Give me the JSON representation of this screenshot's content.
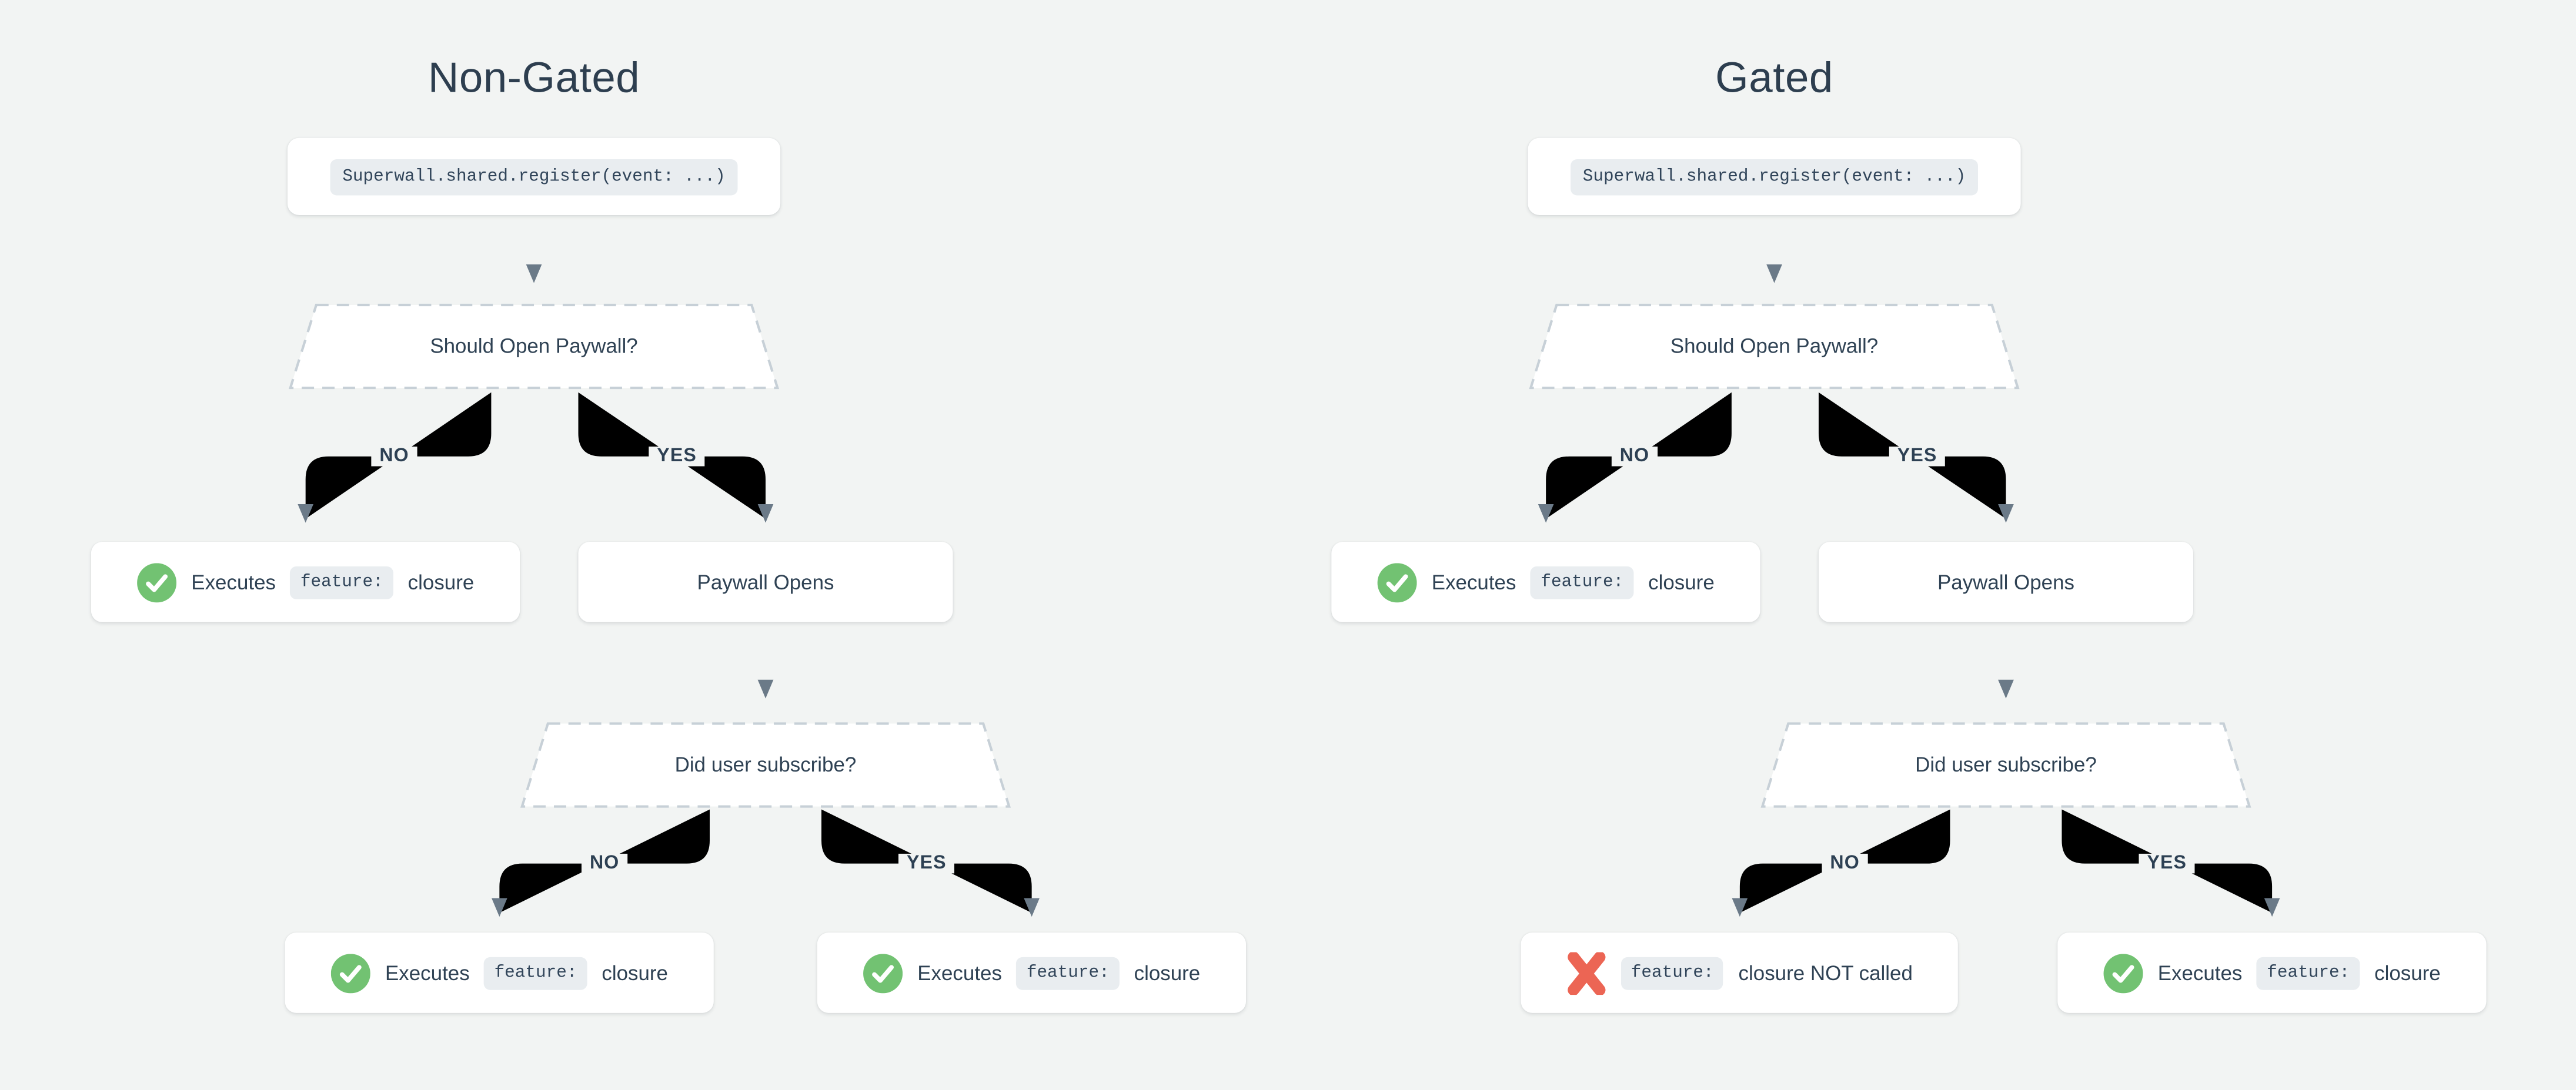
{
  "page": {
    "background_color": "#f2f4f3",
    "card_color": "#ffffff",
    "line_color": "#6b7a88",
    "text_color": "#2f4254",
    "dashed_border_color": "#c7d0d7",
    "code_chip_bg": "#e9edf0",
    "check_green": "#72c272",
    "cross_red": "#ec6554"
  },
  "charts": [
    {
      "title": "Non-Gated",
      "edge_labels": {
        "no": "NO",
        "yes": "YES"
      },
      "nodes": {
        "register_code": "Superwall.shared.register(event: ...)",
        "should_open_paywall": "Should Open Paywall?",
        "did_user_subscribe": "Did user subscribe?",
        "paywall_opens": "Paywall Opens",
        "no_paywall_outcome": {
          "icon": "check-icon",
          "pre": "Executes",
          "code": "feature:",
          "post": "closure"
        },
        "not_subscribed_outcome": {
          "icon": "check-icon",
          "pre": "Executes",
          "code": "feature:",
          "post": "closure"
        },
        "subscribed_outcome": {
          "icon": "check-icon",
          "pre": "Executes",
          "code": "feature:",
          "post": "closure"
        }
      }
    },
    {
      "title": "Gated",
      "edge_labels": {
        "no": "NO",
        "yes": "YES"
      },
      "nodes": {
        "register_code": "Superwall.shared.register(event: ...)",
        "should_open_paywall": "Should Open Paywall?",
        "did_user_subscribe": "Did user subscribe?",
        "paywall_opens": "Paywall Opens",
        "no_paywall_outcome": {
          "icon": "check-icon",
          "pre": "Executes",
          "code": "feature:",
          "post": "closure"
        },
        "not_subscribed_outcome": {
          "icon": "cross-icon",
          "code": "feature:",
          "post": "closure NOT called"
        },
        "subscribed_outcome": {
          "icon": "check-icon",
          "pre": "Executes",
          "code": "feature:",
          "post": "closure"
        }
      }
    }
  ]
}
